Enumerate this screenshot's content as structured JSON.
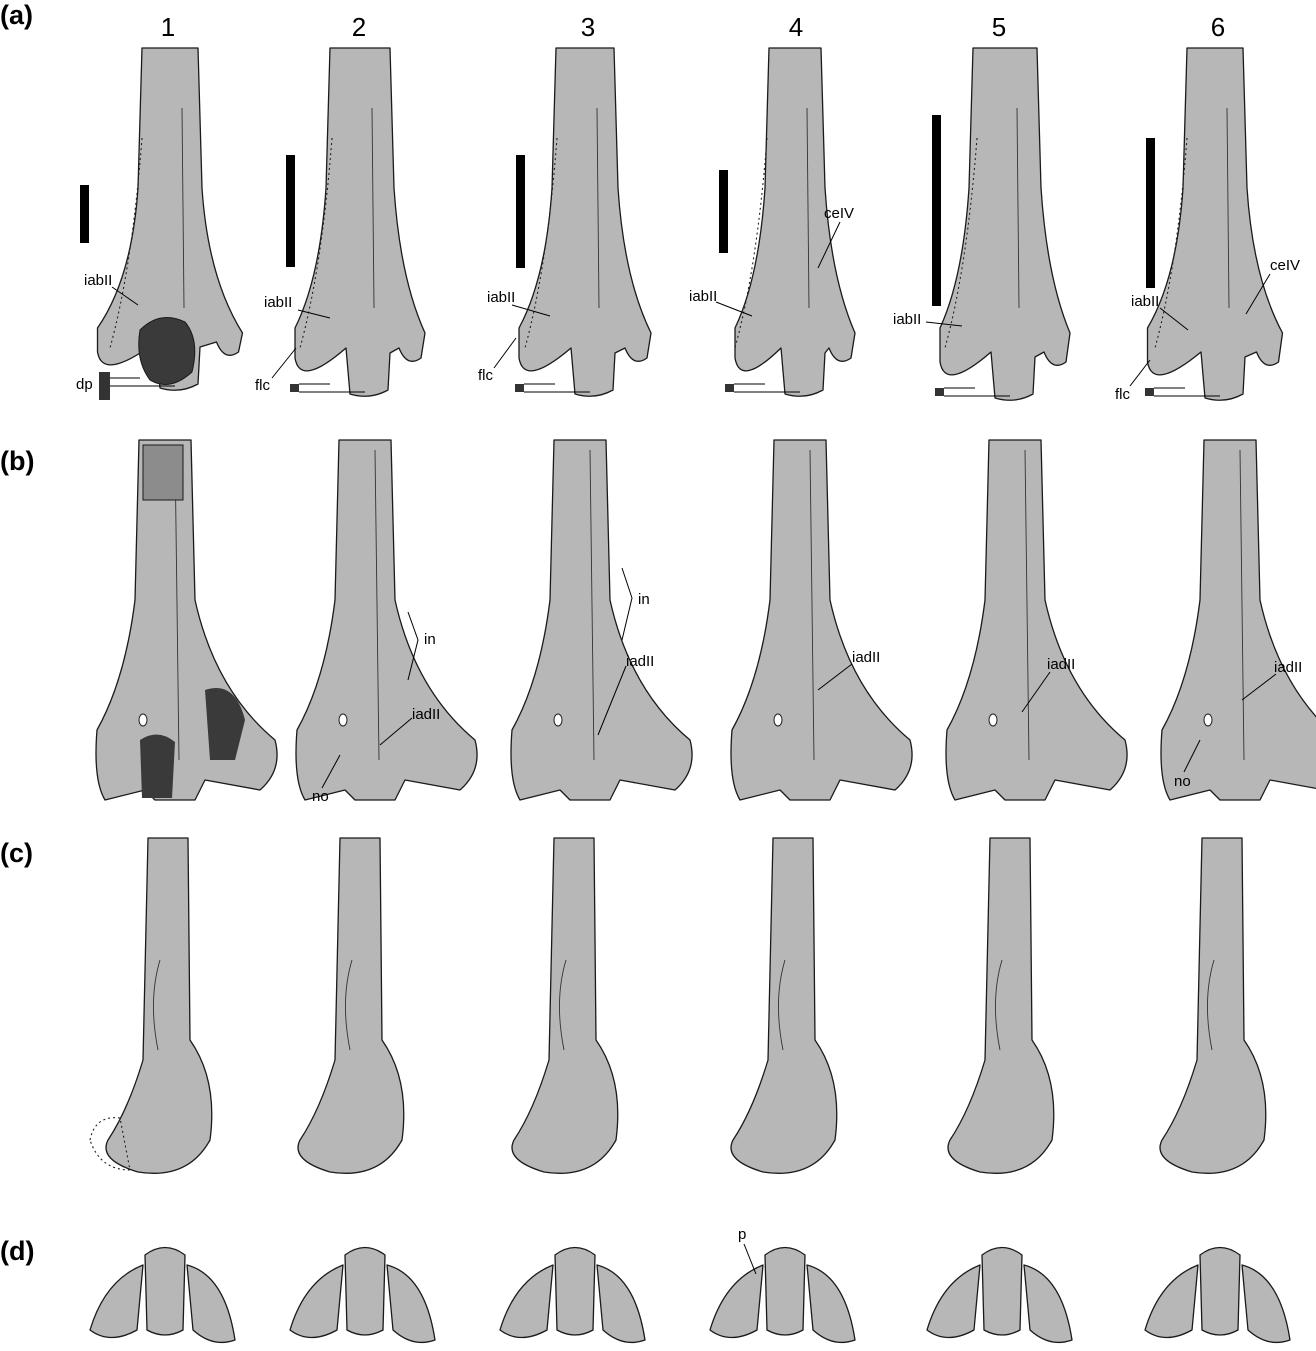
{
  "row_labels": [
    "(a)",
    "(b)",
    "(c)",
    "(d)"
  ],
  "column_labels": [
    "1",
    "2",
    "3",
    "4",
    "5",
    "6"
  ],
  "annotations": {
    "a": {
      "c1_iabII": "iabII",
      "c1_dp": "dp",
      "c2_iabII": "iabII",
      "c2_flc": "flc",
      "c3_iabII": "iabII",
      "c3_flc": "flc",
      "c4_iabII": "iabII",
      "c4_ceIV": "ceIV",
      "c5_iabII": "iabII",
      "c6_iabII": "iabII",
      "c6_ceIV": "ceIV",
      "c6_flc": "flc"
    },
    "b": {
      "c2_in": "in",
      "c2_iadII": "iadII",
      "c2_no": "no",
      "c3_in": "in",
      "c3_iadII": "iadII",
      "c4_iadII": "iadII",
      "c5_iadII": "iadII",
      "c6_iadII": "iadII",
      "c6_no": "no"
    },
    "d": {
      "c4_p": "p"
    }
  },
  "colors": {
    "bone": "#b7b7b7",
    "bone_dark": "#8c8c8c",
    "damage": "#3a3a3a",
    "outline": "#1a1a1a",
    "scale_bar": "#000000"
  }
}
